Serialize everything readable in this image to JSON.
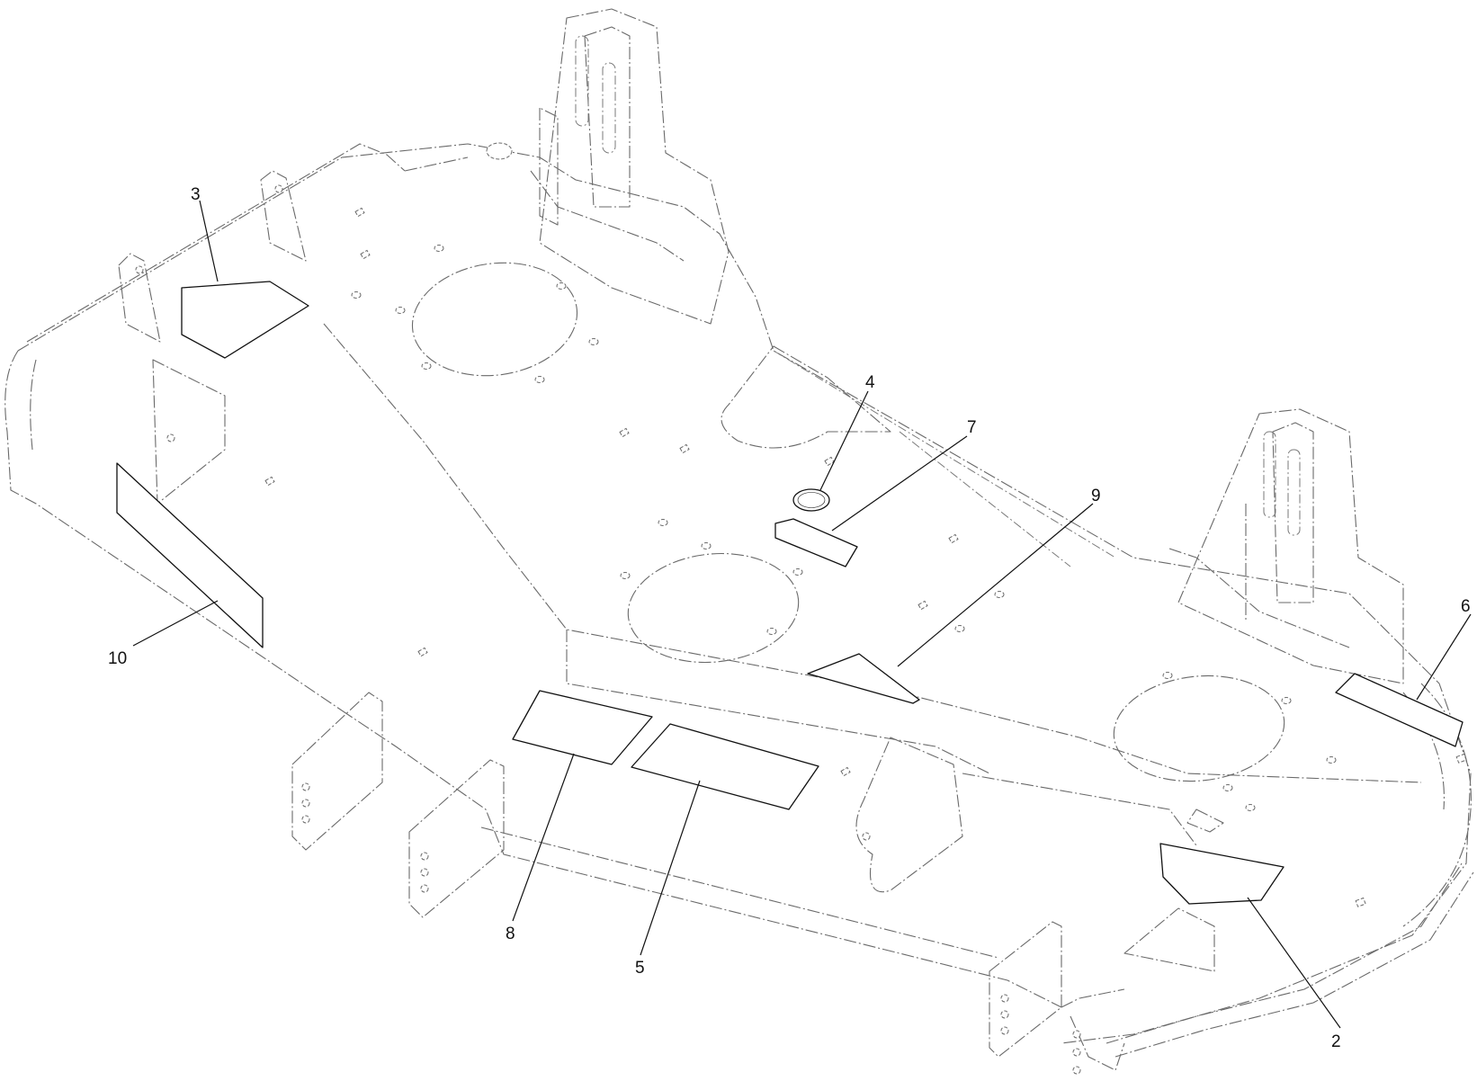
{
  "callouts": [
    {
      "id": "2",
      "label": "2"
    },
    {
      "id": "3",
      "label": "3"
    },
    {
      "id": "4",
      "label": "4"
    },
    {
      "id": "5",
      "label": "5"
    },
    {
      "id": "6",
      "label": "6"
    },
    {
      "id": "7",
      "label": "7"
    },
    {
      "id": "8",
      "label": "8"
    },
    {
      "id": "9",
      "label": "9"
    },
    {
      "id": "10",
      "label": "10"
    }
  ],
  "colors": {
    "phantom_line": "#6a6a6a",
    "decal_outline": "#111111",
    "background": "#ffffff"
  }
}
